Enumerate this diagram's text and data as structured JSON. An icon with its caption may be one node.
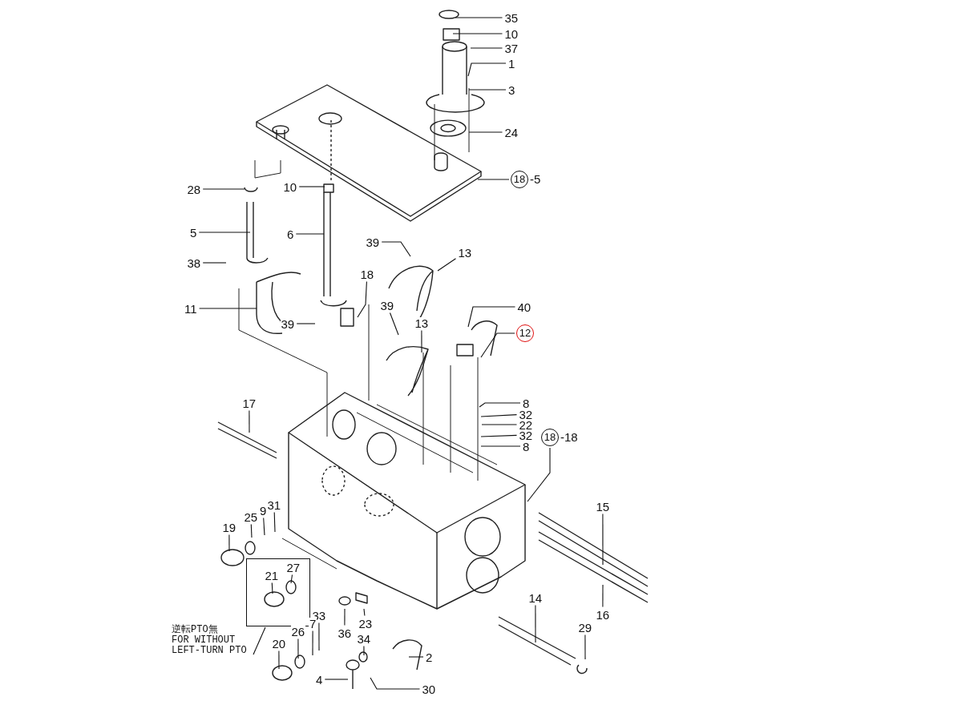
{
  "diagram": {
    "nodes": [
      {
        "text": [
          "35"
        ]
      },
      {
        "text": [
          "10"
        ]
      },
      {
        "text": [
          "37"
        ]
      },
      {
        "text": [
          "1"
        ]
      },
      {
        "text": [
          "3"
        ]
      },
      {
        "text": [
          "24"
        ]
      },
      {
        "text": [
          "18"
        ],
        "beside": [
          "-5"
        ]
      },
      {
        "text": [
          "28"
        ]
      },
      {
        "text": [
          "10"
        ]
      },
      {
        "text": [
          "5"
        ]
      },
      {
        "text": [
          "6"
        ]
      },
      {
        "text": [
          "39"
        ]
      },
      {
        "text": [
          "13"
        ]
      },
      {
        "text": [
          "38"
        ]
      },
      {
        "text": [
          "18"
        ]
      },
      {
        "text": [
          "11"
        ]
      },
      {
        "text": [
          "39"
        ]
      },
      {
        "text": [
          "39"
        ]
      },
      {
        "text": [
          "13"
        ]
      },
      {
        "text": [
          "40"
        ]
      },
      {
        "text": [
          "12"
        ]
      },
      {
        "text": [
          "8"
        ]
      },
      {
        "text": [
          "32"
        ]
      },
      {
        "text": [
          "22"
        ]
      },
      {
        "text": [
          "32"
        ]
      },
      {
        "text": [
          "8"
        ]
      },
      {
        "text": [
          "18"
        ],
        "beside": [
          "-18"
        ]
      },
      {
        "text": [
          "17"
        ]
      },
      {
        "text": [
          "9"
        ]
      },
      {
        "text": [
          "31"
        ]
      },
      {
        "text": [
          "25"
        ]
      },
      {
        "text": [
          "19"
        ]
      },
      {
        "text": [
          "15"
        ]
      },
      {
        "text": [],
        "shape": "box"
      },
      {
        "text": [
          "27"
        ],
        "in": 33
      },
      {
        "text": [
          "21"
        ],
        "in": 33
      },
      {
        "text": [
          "16"
        ]
      },
      {
        "text": [
          "14"
        ]
      },
      {
        "text": [
          "23"
        ]
      },
      {
        "text": [
          "33"
        ]
      },
      {
        "text": [
          "7"
        ]
      },
      {
        "text": [
          "36"
        ]
      },
      {
        "text": [
          "逆転PTO無",
          "FOR WITHOUT LEFT-TURN PTO"
        ]
      },
      {
        "text": [
          "26"
        ]
      },
      {
        "text": [
          "20"
        ]
      },
      {
        "text": [
          "34"
        ]
      },
      {
        "text": [
          "2"
        ]
      },
      {
        "text": [
          "29"
        ]
      },
      {
        "text": [
          "4"
        ]
      },
      {
        "text": [
          "30"
        ]
      }
    ],
    "edges": [
      {
        "from": 0,
        "to": null,
        "arrow": "none"
      },
      {
        "from": 1,
        "to": null,
        "arrow": "none"
      },
      {
        "from": 2,
        "to": null,
        "arrow": "none"
      },
      {
        "from": 3,
        "to": null,
        "arrow": "none"
      },
      {
        "from": 4,
        "to": null,
        "arrow": "none"
      },
      {
        "from": 5,
        "to": null,
        "arrow": "none"
      },
      {
        "from": 6,
        "to": null,
        "arrow": "none"
      },
      {
        "from": 7,
        "to": null,
        "arrow": "none"
      },
      {
        "from": 8,
        "to": null,
        "arrow": "none"
      },
      {
        "from": 9,
        "to": null,
        "arrow": "none"
      },
      {
        "from": 10,
        "to": null,
        "arrow": "none"
      },
      {
        "from": 11,
        "to": null,
        "arrow": "none"
      },
      {
        "from": 12,
        "to": null,
        "arrow": "none"
      },
      {
        "from": 13,
        "to": null,
        "arrow": "none"
      },
      {
        "from": 14,
        "to": null,
        "arrow": "none"
      },
      {
        "from": 15,
        "to": null,
        "arrow": "none"
      },
      {
        "from": 16,
        "to": null,
        "arrow": "none"
      },
      {
        "from": 17,
        "to": null,
        "arrow": "none"
      },
      {
        "from": 18,
        "to": null,
        "arrow": "none"
      },
      {
        "from": 19,
        "to": null,
        "arrow": "none"
      },
      {
        "from": 20,
        "to": null,
        "arrow": "none"
      },
      {
        "from": 21,
        "to": null,
        "arrow": "none"
      },
      {
        "from": 22,
        "to": null,
        "arrow": "none"
      },
      {
        "from": 23,
        "to": null,
        "arrow": "none"
      },
      {
        "from": 24,
        "to": null,
        "arrow": "none"
      },
      {
        "from": 25,
        "to": null,
        "arrow": "none"
      },
      {
        "from": 26,
        "to": null,
        "arrow": "none"
      },
      {
        "from": 27,
        "to": null,
        "arrow": "none"
      },
      {
        "from": 28,
        "to": null,
        "arrow": "none"
      },
      {
        "from": 29,
        "to": null,
        "arrow": "none"
      },
      {
        "from": 30,
        "to": null,
        "arrow": "none"
      },
      {
        "from": 31,
        "to": null,
        "arrow": "none"
      },
      {
        "from": 32,
        "to": null,
        "arrow": "none"
      },
      {
        "from": 34,
        "to": null,
        "arrow": "none"
      },
      {
        "from": 35,
        "to": null,
        "arrow": "none"
      },
      {
        "from": 36,
        "to": null,
        "arrow": "none"
      },
      {
        "from": 37,
        "to": null,
        "arrow": "none"
      },
      {
        "from": 38,
        "to": null,
        "arrow": "none"
      },
      {
        "from": 39,
        "to": null,
        "arrow": "none"
      },
      {
        "from": 40,
        "to": null,
        "arrow": "none"
      },
      {
        "from": 41,
        "to": null,
        "arrow": "none"
      },
      {
        "from": 42,
        "to": 33,
        "arrow": "none"
      },
      {
        "from": 43,
        "to": null,
        "arrow": "none"
      },
      {
        "from": 44,
        "to": null,
        "arrow": "none"
      },
      {
        "from": 45,
        "to": null,
        "arrow": "none"
      },
      {
        "from": 46,
        "to": null,
        "arrow": "none"
      },
      {
        "from": 47,
        "to": null,
        "arrow": "none"
      },
      {
        "from": 48,
        "to": null,
        "arrow": "none"
      },
      {
        "from": 49,
        "to": null,
        "arrow": "none"
      }
    ]
  }
}
